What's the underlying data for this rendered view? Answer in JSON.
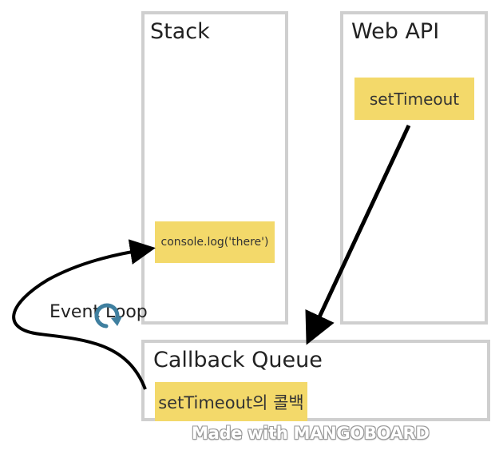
{
  "panels": {
    "stack": {
      "title": "Stack"
    },
    "web_api": {
      "title": "Web API"
    },
    "callback_queue": {
      "title": "Callback Queue"
    }
  },
  "items": {
    "web_api_item": "setTimeout",
    "stack_item": "console.log('there')",
    "queue_item": "setTimeout의 콜백"
  },
  "event_loop": {
    "label": "Event Loop"
  },
  "watermark": "Made with MANGOBOARD",
  "colors": {
    "panel_border": "#cfcfcf",
    "item_fill": "#f3d96a",
    "arrow": "#000000",
    "loop_icon": "#3f7f9f"
  },
  "icons": {
    "loop": "circular-arrow-icon"
  }
}
